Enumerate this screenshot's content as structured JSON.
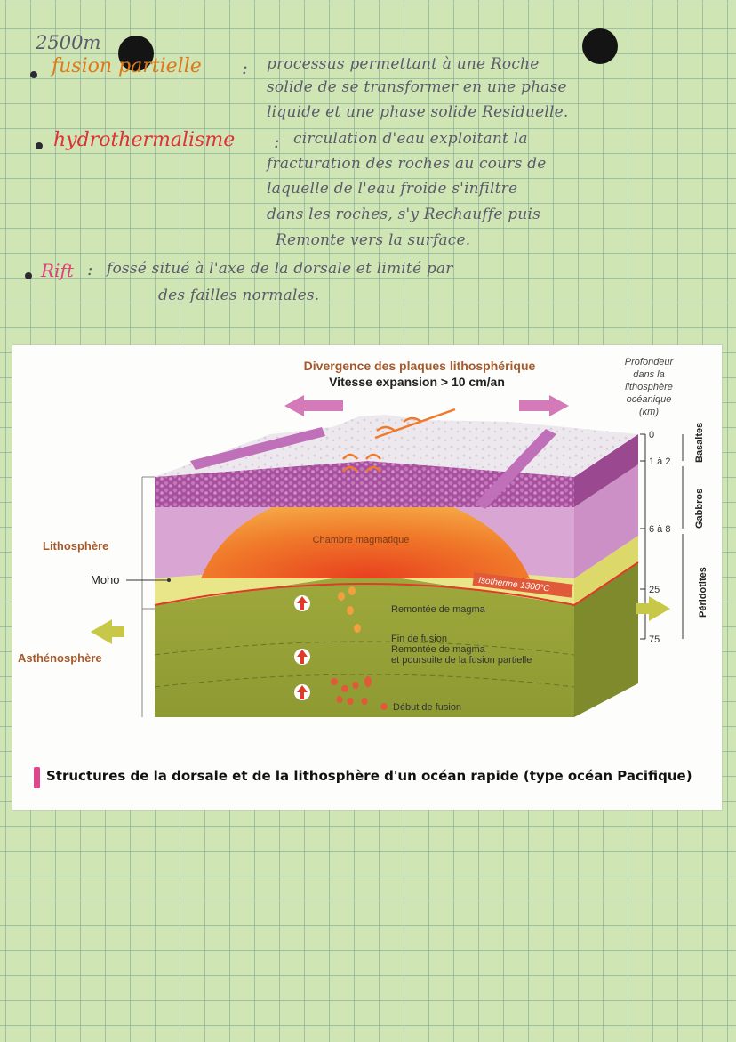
{
  "notes": {
    "depth_label": "2500m",
    "items": [
      {
        "term": "fusion partielle",
        "separator": ":",
        "definition_lines": [
          "processus permettant à une Roche",
          "solide de se transformer en une phase",
          "liquide et une phase solide Residuelle."
        ]
      },
      {
        "term": "hydrothermalisme",
        "separator": ":",
        "definition_lines": [
          "circulation d'eau exploitant la",
          "fracturation des roches au cours de",
          "laquelle de l'eau froide s'infiltre",
          "dans les roches, s'y Rechauffe puis",
          "Remonte vers la surface."
        ]
      },
      {
        "term": "Rift",
        "separator": ":",
        "definition_lines": [
          "fossé situé à l'axe de la dorsale et limité par",
          "des failles normales."
        ]
      }
    ]
  },
  "figure": {
    "title_line1": "Divergence des plaques lithosphérique",
    "title_line2": "Vitesse expansion > 10 cm/an",
    "depth_header": [
      "Profondeur",
      "dans la",
      "lithosphère",
      "océanique",
      "(km)"
    ],
    "depth_ticks": [
      "0",
      "1 à 2",
      "6 à 8",
      "25",
      "75"
    ],
    "rock_labels": [
      "Basaltes",
      "Gabbros",
      "Péridotites"
    ],
    "left_labels": {
      "lithosphere": "Lithosphère",
      "moho": "Moho",
      "asthenosphere": "Asthénosphère"
    },
    "inner_labels": {
      "chamber": "Chambre magmatique",
      "isotherm": "Isotherme 1300°C",
      "ascent": "Remontée de magma",
      "end_fusion_1": "Fin de fusion",
      "end_fusion_2": "Remontée de magma",
      "end_fusion_3": "et poursuite de la fusion partielle",
      "start_fusion": "Début de fusion"
    },
    "caption": "Structures de la dorsale et de la lithosphère d'un océan rapide (type océan Pacifique)",
    "colors": {
      "lithosphere_pink": "#d9a6d4",
      "crust_purple": "#b25aa8",
      "chamber_orange": "#f07a2a",
      "asthenosphere_olive": "#9aa83a",
      "moho_yellow": "#e9e68a",
      "arrow_pink": "#d47ab8",
      "arrow_olive": "#c8c848",
      "label_brown": "#a65a2c"
    }
  }
}
